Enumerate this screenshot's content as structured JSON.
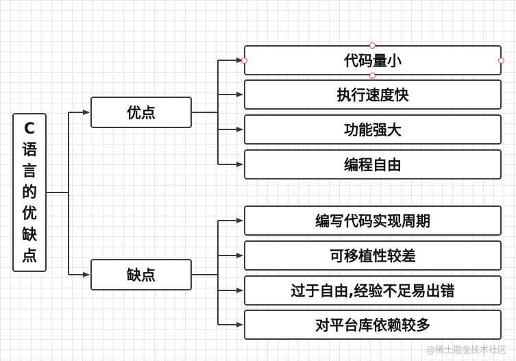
{
  "root": {
    "chars": [
      "C",
      "语",
      "言",
      "的",
      "优",
      "缺",
      "点"
    ]
  },
  "branches": {
    "pros": {
      "label": "优点",
      "items": [
        "代码量小",
        "执行速度快",
        "功能强大",
        "编程自由"
      ]
    },
    "cons": {
      "label": "缺点",
      "items": [
        "编写代码实现周期",
        "可移植性较差",
        "过于自由,经验不足易出错",
        "对平台库依赖较多"
      ]
    }
  },
  "watermark": "@稀土掘金技术社区"
}
